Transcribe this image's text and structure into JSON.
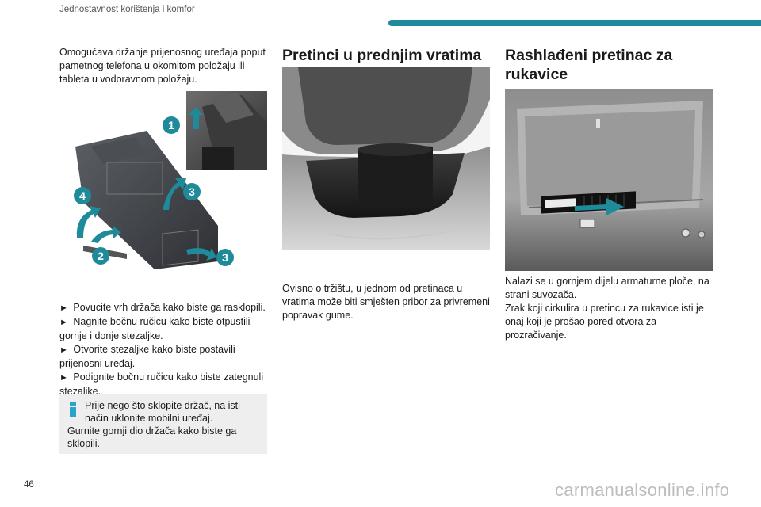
{
  "header": {
    "section_title": "Jednostavnost korištenja i komfor",
    "accent_color": "#1e8a9a"
  },
  "left_column": {
    "intro": "Omogućava držanje prijenosnog uređaja poput pametnog telefona u okomitom položaju ili tableta u vodoravnom položaju.",
    "figure_callouts": [
      "1",
      "2",
      "3",
      "3",
      "4"
    ],
    "callout_color": "#1e8a9a",
    "steps": [
      "Povucite vrh držača kako biste ga rasklopili.",
      "Nagnite bočnu ručicu kako biste otpustili gornje i donje stezaljke.",
      "Otvorite stezaljke kako biste postavili prijenosni uređaj.",
      "Podignite bočnu ručicu kako biste zategnuli stezaljke."
    ],
    "step_marker": "►",
    "note": {
      "icon": "info-icon",
      "line1": "Prije nego što sklopite držač, na isti način uklonite mobilni uređaj.",
      "line2": "Gurnite gornji dio držača kako biste ga sklopili."
    }
  },
  "middle_column": {
    "heading": "Pretinci u prednjim vratima",
    "text": "Ovisno o tržištu, u jednom od pretinaca u vratima može biti smješten pribor za privremeni popravak gume."
  },
  "right_column": {
    "heading": "Rashlađeni pretinac za rukavice",
    "text_lines": [
      "Nalazi se u gornjem dijelu armaturne ploče, na strani suvozača.",
      "Zrak koji cirkulira u pretincu za rukavice isti je onaj koji je prošao pored otvora za prozračivanje."
    ]
  },
  "footer": {
    "page_number": "46",
    "watermark": "carmanualsonline.info"
  }
}
